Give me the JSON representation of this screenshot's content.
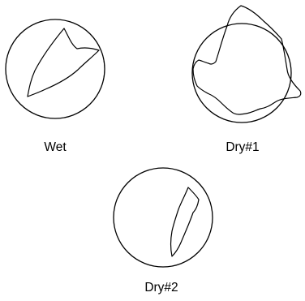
{
  "panels": [
    {
      "label": "Wet"
    },
    {
      "label": "Dry#1"
    },
    {
      "label": "Dry#2"
    }
  ],
  "colors": {
    "stroke": "#000000",
    "background": "#ffffff"
  }
}
